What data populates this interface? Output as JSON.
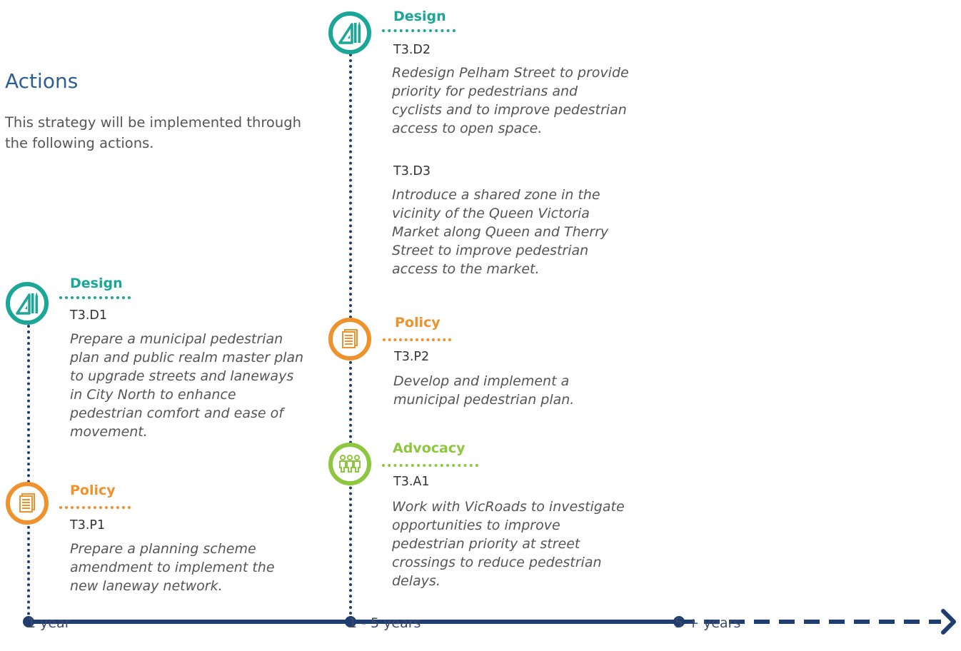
{
  "header": {
    "title": "Actions",
    "intro": "This strategy will be implemented through the following actions."
  },
  "timeline": {
    "labels": [
      "1 year",
      "1 - 5 years",
      "5 + years"
    ]
  },
  "actions": [
    {
      "category": "Design",
      "icon": "design-tools-icon",
      "code": "T3.D1",
      "text": "Prepare a municipal pedestrian plan and public realm master plan to upgrade streets and laneways in City North to enhance pedestrian comfort and ease of movement."
    },
    {
      "category": "Policy",
      "icon": "policy-document-icon",
      "code": "T3.P1",
      "text": "Prepare a planning scheme amendment to implement the new laneway network."
    },
    {
      "category": "Design",
      "icon": "design-tools-icon",
      "code": "T3.D2",
      "text": "Redesign Pelham Street to provide priority for pedestrians and cyclists and to improve pedestrian access to open space."
    },
    {
      "code": "T3.D3",
      "text": "Introduce a shared zone in the vicinity of the Queen Victoria Market along Queen and Therry Street to improve pedestrian access to the market."
    },
    {
      "category": "Policy",
      "icon": "policy-document-icon",
      "code": "T3.P2",
      "text": "Develop and implement a municipal pedestrian plan."
    },
    {
      "category": "Advocacy",
      "icon": "people-group-icon",
      "code": "T3.A1",
      "text": "Work with VicRoads to investigate opportunities to improve pedestrian priority at street crossings to reduce pedestrian delays."
    }
  ],
  "colors": {
    "design": "#1aa797",
    "policy": "#f0922c",
    "advocacy": "#8dc63f",
    "timeline": "#1f3d6e",
    "heading": "#2e5f93"
  }
}
